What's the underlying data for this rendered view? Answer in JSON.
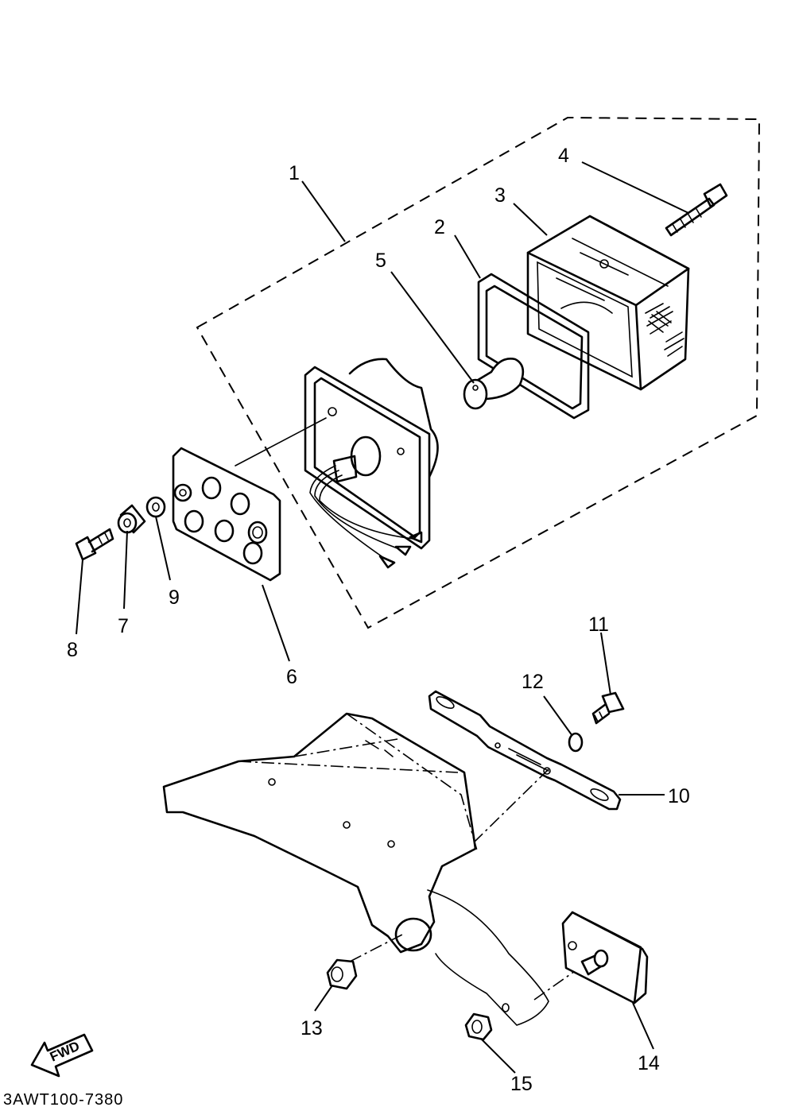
{
  "diagram": {
    "part_labels": [
      "1",
      "2",
      "3",
      "4",
      "5",
      "6",
      "7",
      "8",
      "9",
      "10",
      "11",
      "12",
      "13",
      "14",
      "15"
    ],
    "direction_label": "FWD",
    "drawing_code": "3AWT100-7380"
  }
}
